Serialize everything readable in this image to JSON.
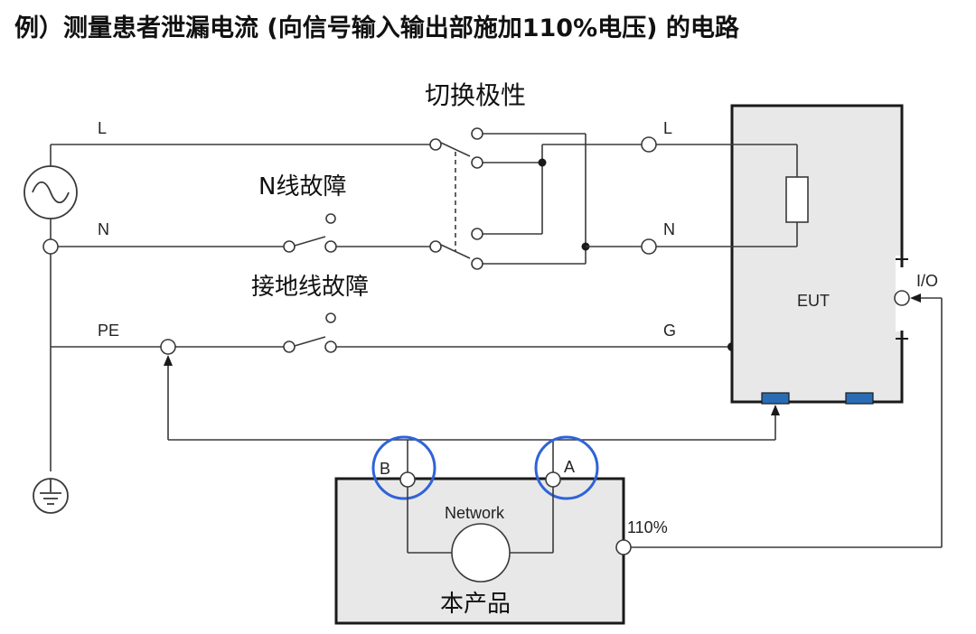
{
  "title": "例）测量患者泄漏电流 (向信号输入输出部施加110%电压) 的电路",
  "labels": {
    "switch_polarity": "切换极性",
    "n_fault": "N线故障",
    "ground_fault": "接地线故障",
    "line_L_left": "L",
    "line_N_left": "N",
    "line_PE": "PE",
    "line_L_right": "L",
    "line_N_right": "N",
    "line_G": "G",
    "eut": "EUT",
    "io": "I/O",
    "terminal_B": "B",
    "terminal_A": "A",
    "network": "Network",
    "voltage_110": "110%",
    "product": "本产品"
  },
  "colors": {
    "highlight": "#2f63d8",
    "connector": "#2a6cb3",
    "box_fill": "#e8e8e8"
  },
  "icons": {
    "source": "ac-source-icon",
    "ground": "earth-ground-icon"
  }
}
